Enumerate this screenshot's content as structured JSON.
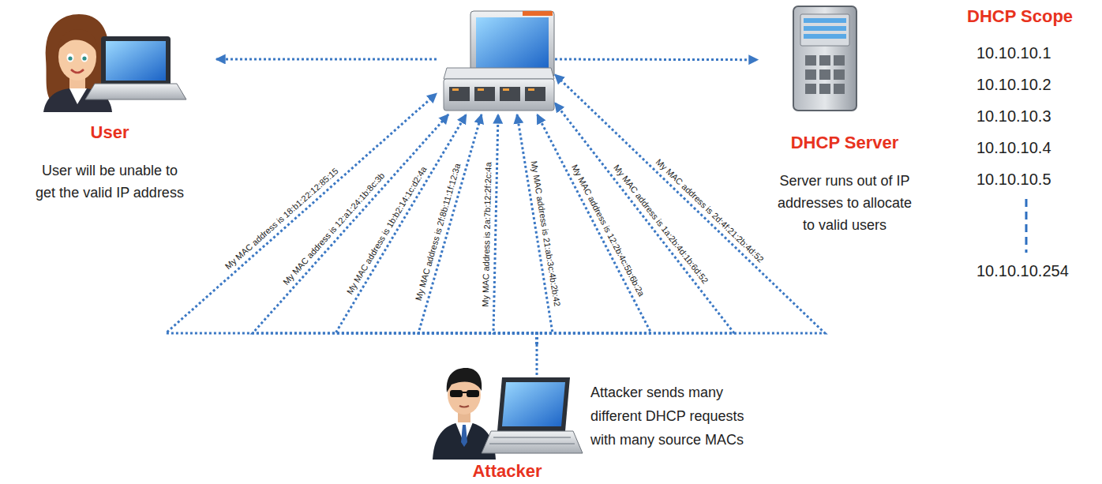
{
  "diagram": {
    "nodes": [
      {
        "text": [
          "User",
          "User will be unable to get the valid IP address"
        ]
      },
      {
        "text": []
      },
      {
        "text": [
          "DHCP Server",
          "Server runs out of IP addresses to allocate to valid users"
        ]
      },
      {
        "text": [
          "Attacker",
          "Attacker sends many different DHCP requests with many source MACs"
        ]
      }
    ],
    "edges": [
      {
        "from": 1,
        "to": 0,
        "arrow": "to"
      },
      {
        "from": 1,
        "to": 2,
        "arrow": "to"
      },
      {
        "from": 3,
        "to": 1,
        "label": "My MAC address is 18:b1:22:12:85:15",
        "arrow": "to"
      },
      {
        "from": 3,
        "to": 1,
        "label": "My MAC address is 12:a1:24:1b:8c:3b",
        "arrow": "to"
      },
      {
        "from": 3,
        "to": 1,
        "label": "My MAC address is 1b:b2:14:1c:d2:4a",
        "arrow": "to"
      },
      {
        "from": 3,
        "to": 1,
        "label": "My MAC address is 2f:8b:11:1f:12:3a",
        "arrow": "to"
      },
      {
        "from": 3,
        "to": 1,
        "label": "My MAC address is 2a:7b:12:2f:2c:4a",
        "arrow": "to"
      },
      {
        "from": 3,
        "to": 1,
        "label": "My MAC address is 21:ab:3c:4b:2b:42",
        "arrow": "to"
      },
      {
        "from": 3,
        "to": 1,
        "label": "My MAC address is 12:2b:4c:5b:6b:2a",
        "arrow": "to"
      },
      {
        "from": 3,
        "to": 1,
        "label": "My MAC address is 1a:2b:4d:1b:6d:52",
        "arrow": "to"
      },
      {
        "from": 3,
        "to": 1,
        "label": "My MAC address is 2d:4f:21:2b:4d:52",
        "arrow": "to"
      }
    ],
    "labels": [
      "DHCP Scope",
      "10.10.10.1",
      "10.10.10.2",
      "10.10.10.3",
      "10.10.10.4",
      "10.10.10.5",
      "10.10.10.254"
    ]
  }
}
